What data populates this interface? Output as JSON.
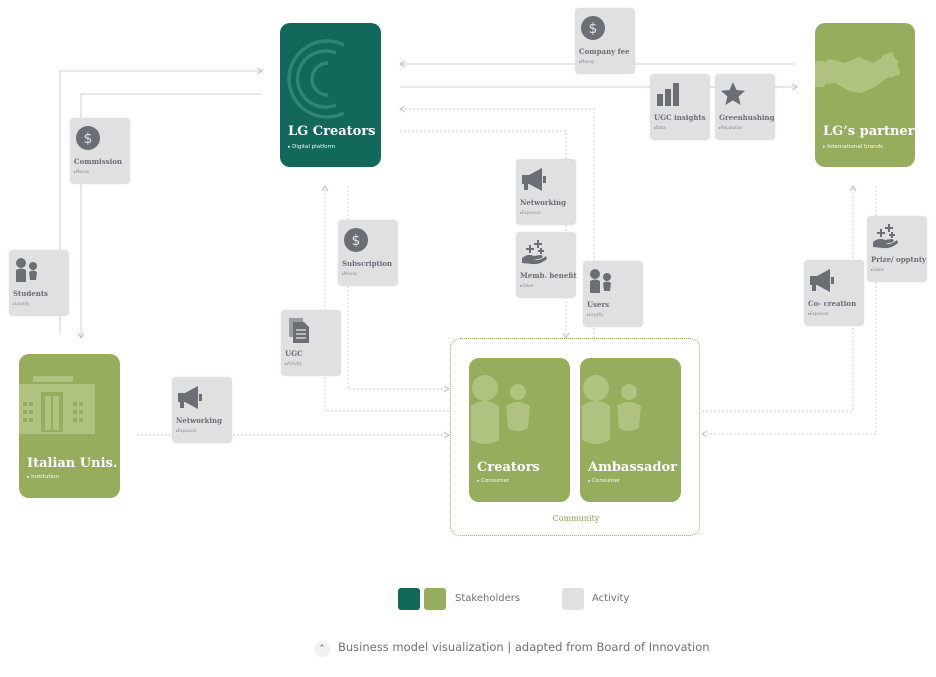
{
  "stakeholders": {
    "lg_creators": {
      "title": "LG Creators",
      "sub": "Digital platform"
    },
    "lg_partners": {
      "title": "LG’s partners",
      "sub": "International brands"
    },
    "italian_unis": {
      "title": "Italian Unis.",
      "sub": "Institution"
    },
    "creators": {
      "title": "Creators",
      "sub": "Consumer"
    },
    "ambassador": {
      "title": "Ambassador",
      "sub": "Consumer"
    }
  },
  "activities": {
    "company_fee": {
      "label": "Company fee",
      "tag": "Money",
      "icon": "dollar-icon"
    },
    "ugc_insights": {
      "label": "UGC insights",
      "tag": "Data",
      "icon": "bar-chart-icon"
    },
    "greenhushing": {
      "label": "Greenhushing",
      "tag": "Reputation",
      "icon": "star-icon"
    },
    "commission": {
      "label": "Commission",
      "tag": "Money",
      "icon": "dollar-icon"
    },
    "students": {
      "label": "Students",
      "tag": "Loyalty",
      "icon": "people-icon"
    },
    "networking_top": {
      "label": "Networking",
      "tag": "Exposure",
      "icon": "megaphone-icon"
    },
    "memb_benefit": {
      "label": "Memb. benefit",
      "tag": "Value",
      "icon": "hand-sparkle-icon"
    },
    "subscription": {
      "label": "Subscription",
      "tag": "Money",
      "icon": "dollar-icon"
    },
    "users": {
      "label": "Users",
      "tag": "Loyalty",
      "icon": "people-icon"
    },
    "ugc": {
      "label": "UGC",
      "tag": "Activity",
      "icon": "document-icon"
    },
    "networking_left": {
      "label": "Networking",
      "tag": "Exposure",
      "icon": "megaphone-icon"
    },
    "co_creation": {
      "label": "Co- creation",
      "tag": "Exposure",
      "icon": "megaphone-icon"
    },
    "prize": {
      "label": "Prize/ opptnty",
      "tag": "Value",
      "icon": "hand-sparkle-icon"
    }
  },
  "community": {
    "label": "Community"
  },
  "legend": {
    "stakeholders": "Stakeholders",
    "activity": "Activity"
  },
  "caption": "Business model visualization | adapted from Board of Innovation",
  "colors": {
    "dark_green": "#12685a",
    "olive": "#95ad5c",
    "activity_bg": "#dfe0e2",
    "icon": "#6b6e75",
    "line": "#c9cacc"
  }
}
